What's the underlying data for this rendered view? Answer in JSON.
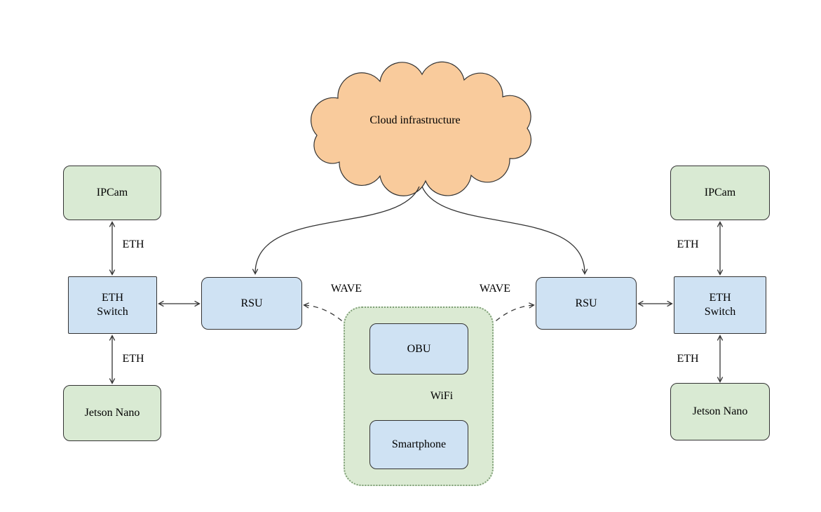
{
  "colors": {
    "stroke": "#333333",
    "cloud_fill": "#f9cb9c",
    "node_blue_fill": "#cfe2f3",
    "node_green_fill": "#d9ead3",
    "group_fill": "#dbead3",
    "group_border": "#7f9f77",
    "text_color": "#000000"
  },
  "cloud": {
    "label": "Cloud infrastructure"
  },
  "nodes": {
    "ipcam_left": "IPCam",
    "ipcam_right": "IPCam",
    "eth_switch_left": {
      "line1": "ETH",
      "line2": "Switch"
    },
    "eth_switch_right": {
      "line1": "ETH",
      "line2": "Switch"
    },
    "jetson_left": "Jetson Nano",
    "jetson_right": "Jetson Nano",
    "rsu_left": "RSU",
    "rsu_right": "RSU",
    "obu": "OBU",
    "smartphone": "Smartphone"
  },
  "edge_labels": {
    "eth_left_top": "ETH",
    "eth_left_bottom": "ETH",
    "eth_right_top": "ETH",
    "eth_right_bottom": "ETH",
    "wave_left": "WAVE",
    "wave_right": "WAVE",
    "wifi": "WiFi"
  }
}
